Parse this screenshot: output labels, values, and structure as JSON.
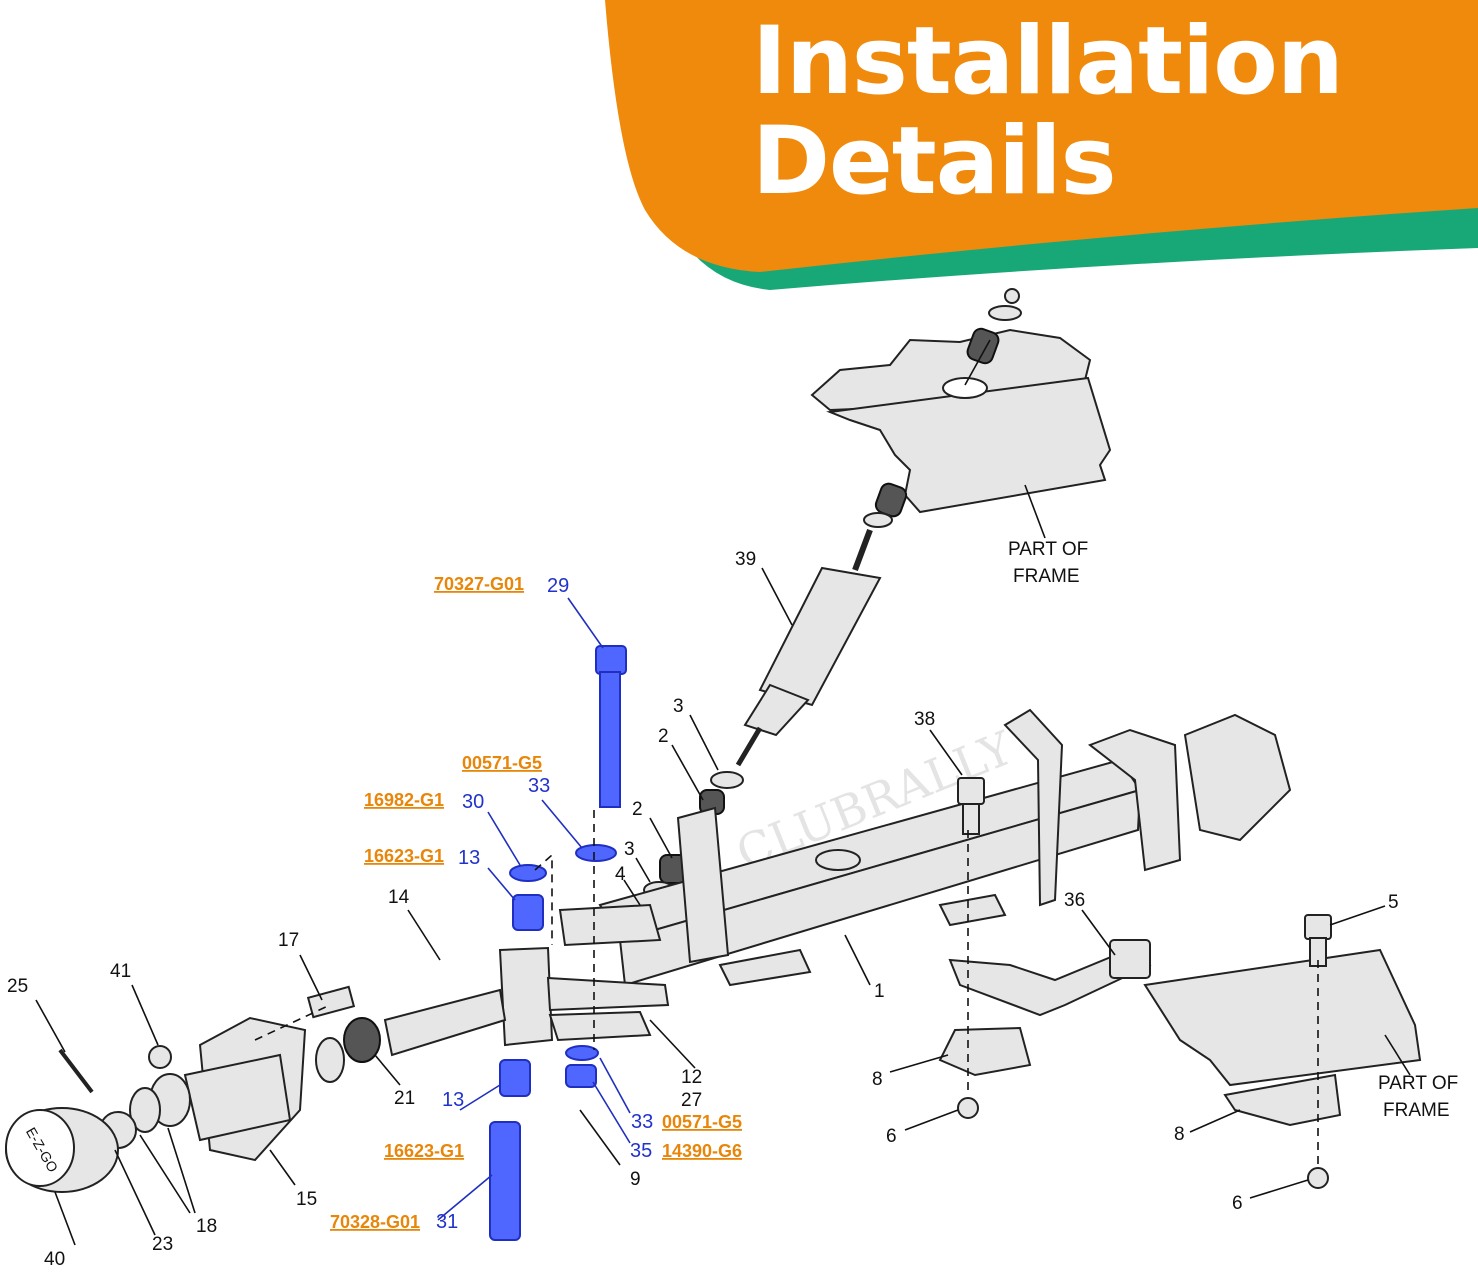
{
  "banner": {
    "title_line1": "Installation",
    "title_line2": "Details",
    "colors": {
      "orange": "#f08a0c",
      "green": "#18a878"
    }
  },
  "watermark": "CLUBRALLY",
  "cap_text": "E-Z-GO",
  "frame_labels": {
    "top_line1": "PART OF",
    "top_line2": "FRAME",
    "bottom_line1": "PART OF",
    "bottom_line2": "FRAME"
  },
  "callouts": {
    "n1": "1",
    "n2a": "2",
    "n2b": "2",
    "n3a": "3",
    "n3b": "3",
    "n4": "4",
    "n5": "5",
    "n6a": "6",
    "n6b": "6",
    "n8a": "8",
    "n8b": "8",
    "n9": "9",
    "n12": "12",
    "n14": "14",
    "n15": "15",
    "n17": "17",
    "n18": "18",
    "n21": "21",
    "n23": "23",
    "n25": "25",
    "n27": "27",
    "n36": "36",
    "n38": "38",
    "n39": "39",
    "n40": "40",
    "n41": "41"
  },
  "blue_callouts": {
    "b29": "29",
    "b33a": "33",
    "b30": "30",
    "b13a": "13",
    "b13b": "13",
    "b33b": "33",
    "b35": "35",
    "b31": "31"
  },
  "part_numbers": {
    "p70327": "70327-G01",
    "p00571a": "00571-G5",
    "p16982": "16982-G1",
    "p16623a": "16623-G1",
    "p16623b": "16623-G1",
    "p00571b": "00571-G5",
    "p14390": "14390-G6",
    "p70328": "70328-G01"
  }
}
